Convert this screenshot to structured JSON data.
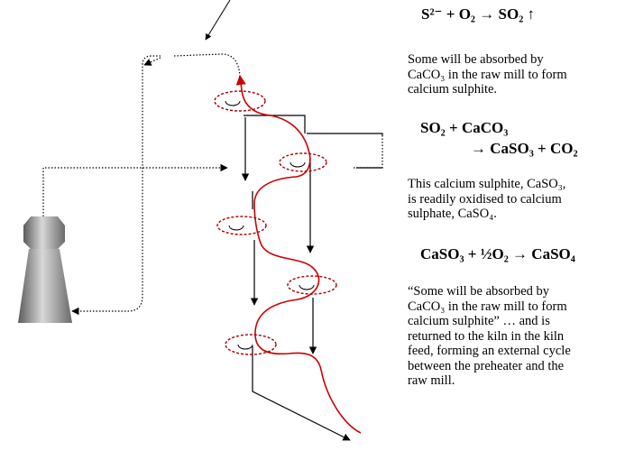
{
  "equations": {
    "eq1": "S²⁻ + O₂ → SO₂ ↑",
    "eq2_line1": "SO₂ + CaCO₃",
    "eq2_line2": "→ CaSO₃ + CO₂",
    "eq3": "CaSO₃ + ½O₂ → CaSO₄"
  },
  "paragraphs": {
    "p1": [
      "Some will be absorbed by",
      "CaCO₃ in the raw mill to form",
      "calcium sulphite."
    ],
    "p2": [
      "This calcium sulphite, CaSO₃,",
      "is readily oxidised to calcium",
      "sulphate, CaSO₄."
    ],
    "p3": [
      "“Some will be absorbed by",
      "CaCO₃ in the raw mill to form",
      "calcium sulphite” … and is",
      "returned to the kiln in the kiln",
      "feed, forming an external cycle",
      "between the preheater and the",
      "raw mill."
    ]
  },
  "colors": {
    "gas_flow": "#cc0000",
    "cyclone_swirl": "#aa0000",
    "material_flow": "#000000",
    "mill_body": "#a0a0a0"
  },
  "icons": [
    "raw-mill-icon",
    "arrow-down-icon"
  ]
}
